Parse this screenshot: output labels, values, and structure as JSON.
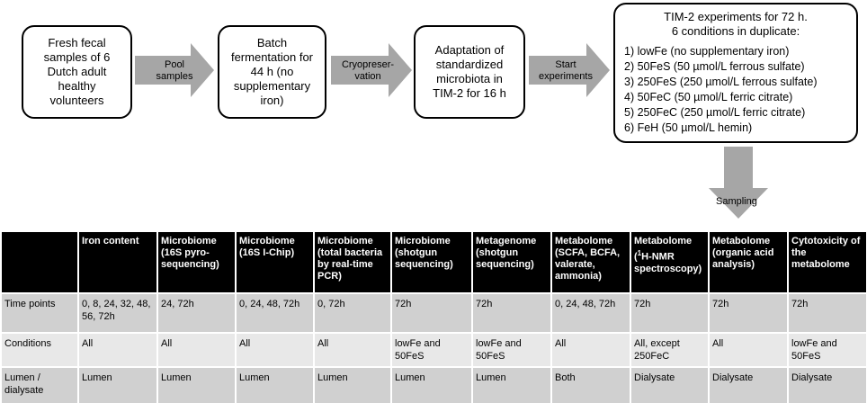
{
  "flow": {
    "box1": "Fresh fecal\nsamples of 6\nDutch adult\nhealthy\nvolunteers",
    "arrow1": "Pool\nsamples",
    "box2": "Batch\nfermentation for\n44 h (no\nsupplementary\niron)",
    "arrow2": "Cryopreser-\nvation",
    "box3": "Adaptation of\nstandardized\nmicrobiota in\nTIM-2 for 16 h",
    "arrow3": "Start\nexperiments",
    "box4_title": "TIM-2 experiments for 72 h.\n6 conditions in duplicate:",
    "conditions": [
      "1) lowFe (no supplementary iron)",
      "2) 50FeS  (50 µmol/L ferrous sulfate)",
      "3) 250FeS (250 µmol/L ferrous sulfate)",
      "4) 50FeC (50 µmol/L ferric citrate)",
      "5) 250FeC (250 µmol/L ferric citrate)",
      "6) FeH (50 µmol/L hemin)"
    ],
    "sampling": "Sampling"
  },
  "table": {
    "headers": [
      "",
      "Iron content",
      "Microbiome (16S pyro-sequencing)",
      "Microbiome (16S I-Chip)",
      "Microbiome (total bacteria by real-time PCR)",
      "Microbiome (shotgun sequencing)",
      "Metagenome (shotgun sequencing)",
      "Metabolome (SCFA, BCFA, valerate, ammonia)",
      "Metabolome (1H-NMR spectroscopy)",
      "Metabolome (organic acid analysis)",
      "Cytotoxicity of the metabolome"
    ],
    "rows": [
      [
        "Time points",
        "0, 8, 24, 32, 48, 56, 72h",
        "24, 72h",
        "0, 24, 48, 72h",
        "0, 72h",
        "72h",
        "72h",
        "0, 24, 48, 72h",
        "72h",
        "72h",
        "72h"
      ],
      [
        "Conditions",
        "All",
        "All",
        "All",
        "All",
        "lowFe and 50FeS",
        "lowFe and 50FeS",
        "All",
        "All, except 250FeC",
        "All",
        "lowFe and 50FeS"
      ],
      [
        "Lumen / dialysate",
        "Lumen",
        "Lumen",
        "Lumen",
        "Lumen",
        "Lumen",
        "Lumen",
        "Both",
        "Dialysate",
        "Dialysate",
        "Dialysate"
      ]
    ]
  }
}
